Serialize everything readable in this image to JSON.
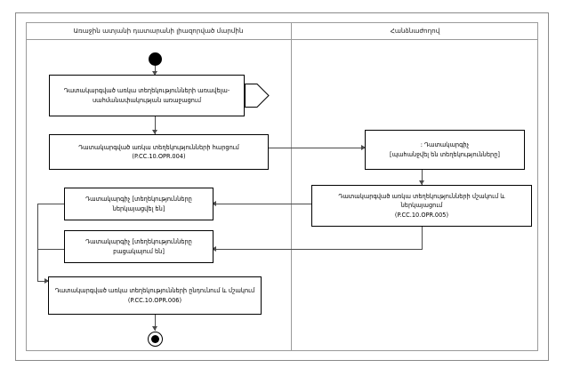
{
  "diagram": {
    "type": "uml-activity-diagram",
    "lanes": [
      {
        "id": "lane-left",
        "label": "Առաջին ատյանի դատարանի լիազորված մարմին"
      },
      {
        "id": "lane-right",
        "label": "Հանձնաժողով"
      }
    ],
    "nodes": [
      {
        "id": "initial",
        "kind": "initial-node",
        "lane": "lane-left"
      },
      {
        "id": "activity-1",
        "kind": "activity",
        "lane": "lane-left",
        "line1": "Դատակարգված առկա տեղեկությունների առավելա-",
        "line2": "սահմանափակության առաջացում",
        "code": ""
      },
      {
        "id": "activity-2",
        "kind": "activity",
        "lane": "lane-left",
        "line1": "Դատակարգված առկա տեղեկությունների հարցում",
        "line2": "",
        "code": "(P.CC.10.OPR.004)"
      },
      {
        "id": "state-guard",
        "kind": "object-state",
        "lane": "lane-right",
        "line1": ": Դատակարգիչ",
        "line2": "[պահանջվել են տեղեկությունները]",
        "code": ""
      },
      {
        "id": "activity-3",
        "kind": "activity",
        "lane": "lane-right",
        "line1": "Դատակարգված առկա տեղեկությունների մշակում և ներկայացում",
        "line2": "",
        "code": "(P.CC.10.OPR.005)"
      },
      {
        "id": "state-presented",
        "kind": "object-state",
        "lane": "lane-left",
        "line1": "Դատակարգիչ [տեղեկությունները",
        "line2": "ներկայացվել են]",
        "code": ""
      },
      {
        "id": "state-absent",
        "kind": "object-state",
        "lane": "lane-left",
        "line1": "Դատակարգիչ [տեղեկությունները",
        "line2": "բացակայում են]",
        "code": ""
      },
      {
        "id": "activity-4",
        "kind": "activity",
        "lane": "lane-left",
        "line1": "Դատակարգված առկա տեղեկությունների ընդունում և մշակում",
        "line2": "",
        "code": "(P.CC.10.OPR.006)"
      },
      {
        "id": "final",
        "kind": "final-node",
        "lane": "lane-left"
      }
    ]
  }
}
